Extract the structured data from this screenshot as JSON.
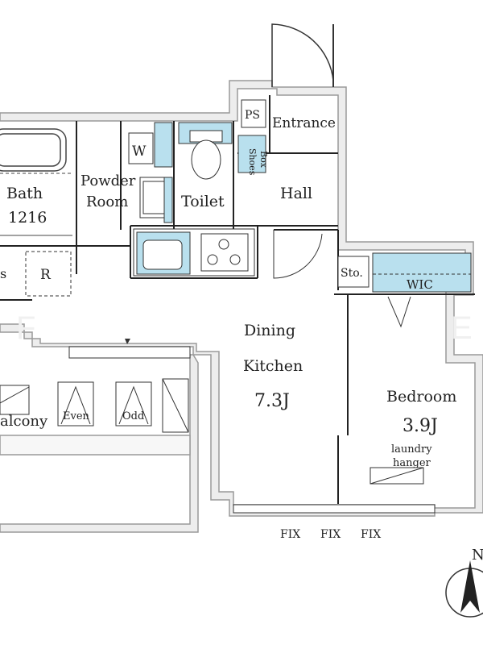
{
  "rooms": {
    "bath": "Bath",
    "bath_size": "1216",
    "powder_room_1": "Powder",
    "powder_room_2": "Room",
    "toilet": "Toilet",
    "hall": "Hall",
    "entrance": "Entrance",
    "ps": "PS",
    "shoes_box_1": "Shoes",
    "shoes_box_2": "Box",
    "washer": "W",
    "refrigerator": "R",
    "storage": "Sto.",
    "wic": "WIC",
    "dining_1": "Dining",
    "dining_2": "Kitchen",
    "dining_size": "7.3J",
    "bedroom": "Bedroom",
    "bedroom_size": "3.9J",
    "laundry_1": "laundry",
    "laundry_2": "hanger",
    "balcony": "alcony",
    "even": "Even",
    "odd": "Odd",
    "left_cut": "s"
  },
  "windows": [
    "FIX",
    "FIX",
    "FIX"
  ],
  "compass": {
    "north": "N"
  },
  "colors": {
    "wall": "#9a9a9a",
    "wall_fill": "#ededed",
    "fixture": "#b9e0ee",
    "line": "#222222"
  }
}
